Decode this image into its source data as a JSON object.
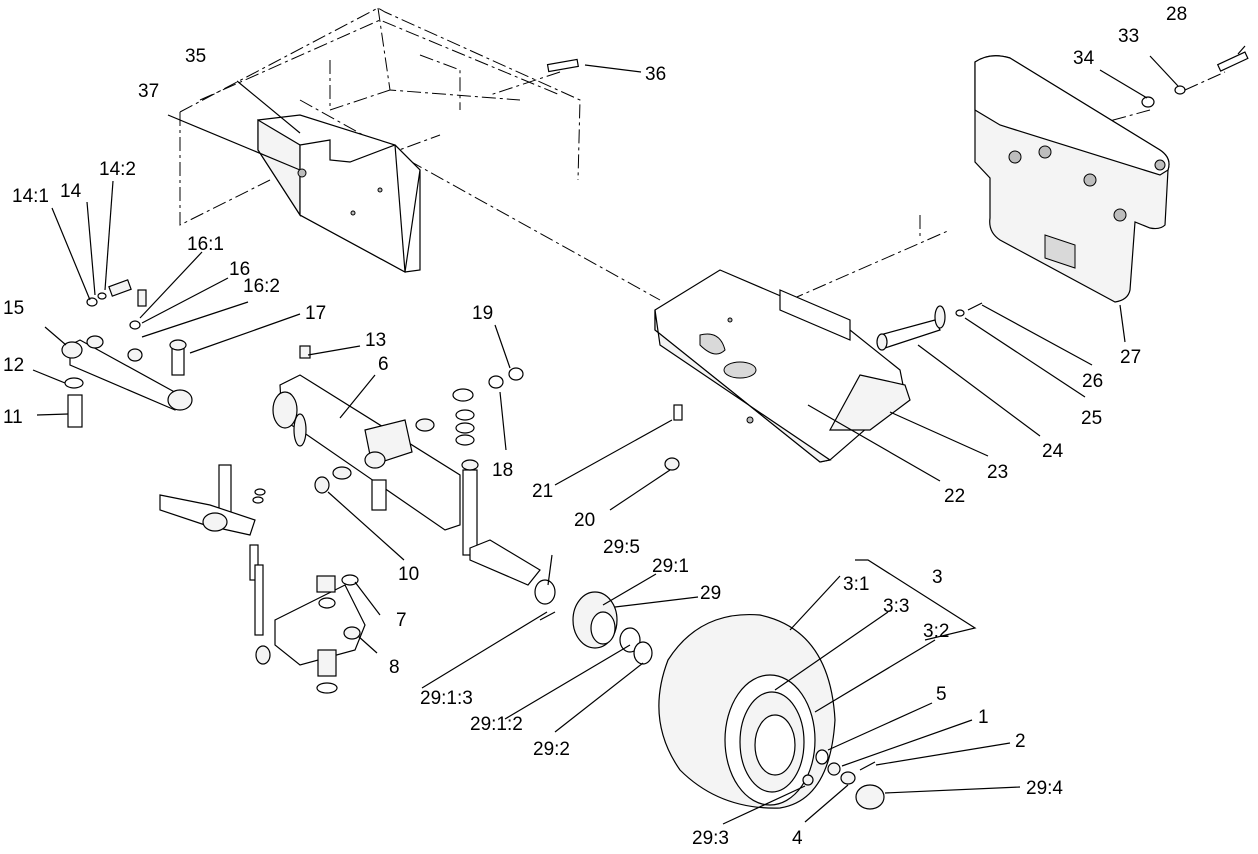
{
  "labels": {
    "l1": "1",
    "l2": "2",
    "l3": "3",
    "l3_1": "3:1",
    "l3_2": "3:2",
    "l3_3": "3:3",
    "l4": "4",
    "l5": "5",
    "l6": "6",
    "l7": "7",
    "l8": "8",
    "l10": "10",
    "l11": "11",
    "l12": "12",
    "l13": "13",
    "l14": "14",
    "l14_1": "14:1",
    "l14_2": "14:2",
    "l15": "15",
    "l16": "16",
    "l16_1": "16:1",
    "l16_2": "16:2",
    "l17": "17",
    "l18": "18",
    "l19": "19",
    "l20": "20",
    "l21": "21",
    "l22": "22",
    "l23": "23",
    "l24": "24",
    "l25": "25",
    "l26": "26",
    "l27": "27",
    "l28": "28",
    "l29": "29",
    "l29_1": "29:1",
    "l29_1_2": "29:1:2",
    "l29_1_3": "29:1:3",
    "l29_2": "29:2",
    "l29_3": "29:3",
    "l29_4": "29:4",
    "l29_5": "29:5",
    "l33": "33",
    "l34": "34",
    "l35": "35",
    "l36": "36",
    "l37": "37"
  }
}
